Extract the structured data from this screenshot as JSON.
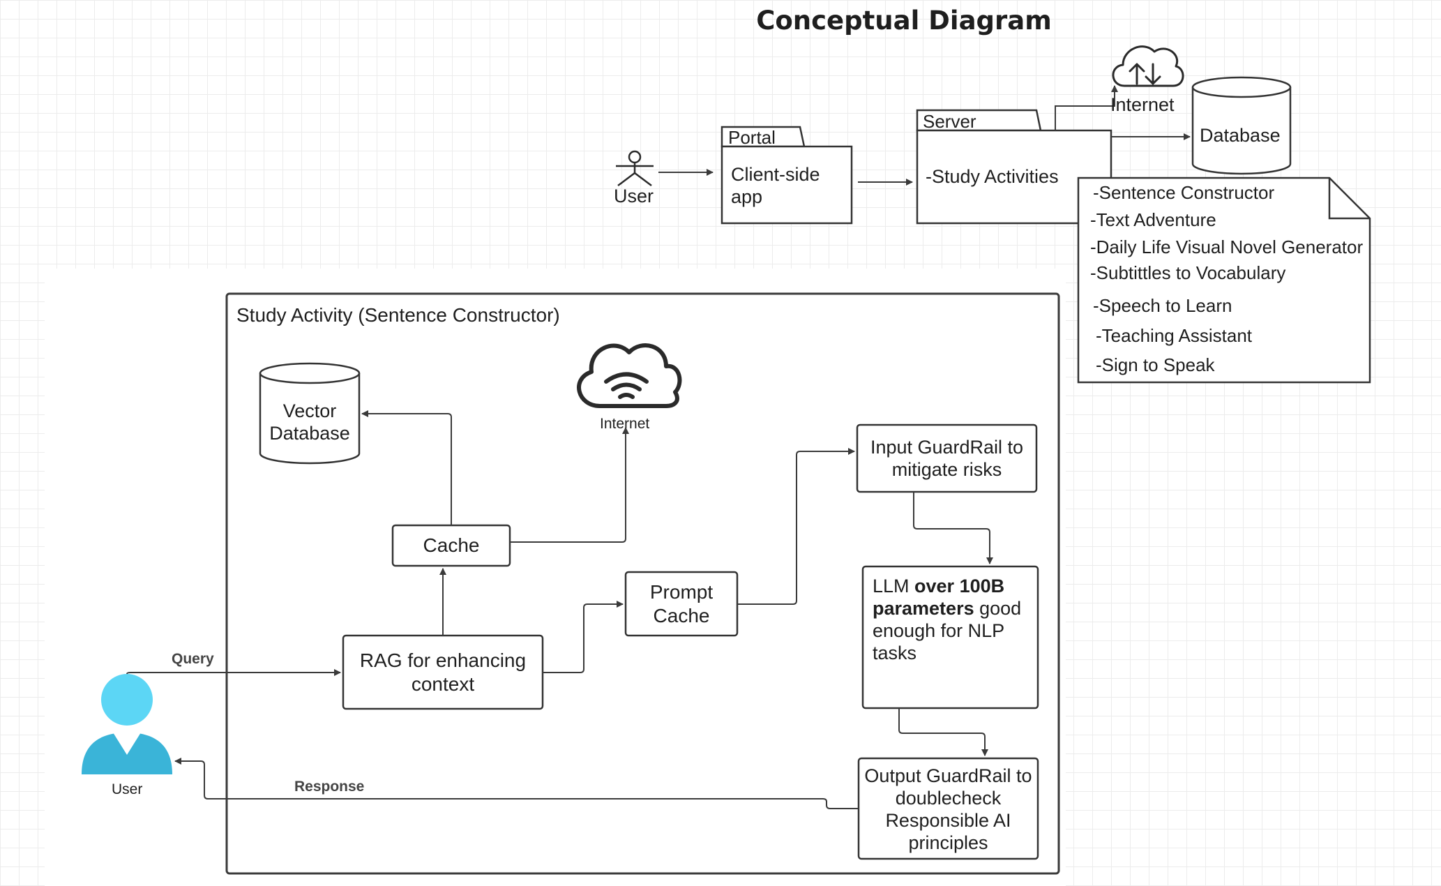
{
  "title": "Conceptual Diagram",
  "top": {
    "user": "User",
    "portal_tab": "Portal",
    "portal_body": "Client-side app",
    "server_tab": "Server",
    "server_body": "-Study Activities",
    "internet": "Internet",
    "database": "Database",
    "activities": [
      "-Sentence Constructor",
      "-Text Adventure",
      "-Daily Life Visual Novel Generator",
      "-Subtittles to Vocabulary",
      "-Speech to Learn",
      "-Teaching Assistant",
      "-Sign to Speak"
    ]
  },
  "bottom": {
    "container_title": "Study Activity (Sentence Constructor)",
    "vector_db": "Vector Database",
    "internet": "Internet",
    "cache": "Cache",
    "rag": "RAG for enhancing context",
    "prompt_cache": "Prompt Cache",
    "input_guard": "Input GuardRail to mitigate risks",
    "llm_prefix": "LLM ",
    "llm_bold": "over 100B parameters",
    "llm_suffix": " good enough for NLP tasks",
    "output_guard": "Output GuardRail to doublecheck Responsible AI principles",
    "user": "User",
    "query": "Query",
    "response": "Response"
  },
  "colors": {
    "stroke": "#3a3a3a",
    "user_light": "#5cd6f5",
    "user_dark": "#3ab4d8"
  }
}
